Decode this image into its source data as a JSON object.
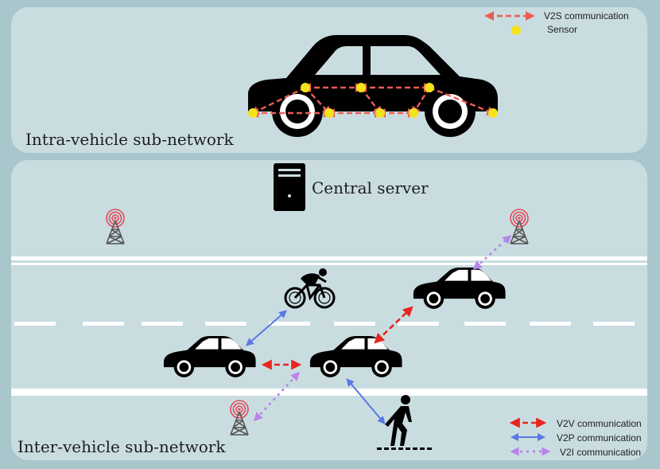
{
  "intra": {
    "title": "Intra-vehicle sub-network",
    "legend": {
      "v2s_label": "V2S communication",
      "sensor_label": "Sensor"
    }
  },
  "inter": {
    "title": "Inter-vehicle sub-network",
    "server_label": "Central server",
    "legend": {
      "v2v_label": "V2V communication",
      "v2p_label": "V2P communication",
      "v2i_label": "V2I communication"
    }
  },
  "colors": {
    "v2v": "#e8261e",
    "v2s": "#ee5b55",
    "v2p": "#5a78e6",
    "v2i": "#b884e8",
    "sensor": "#f4e31c",
    "tower": "#e54a5a"
  }
}
